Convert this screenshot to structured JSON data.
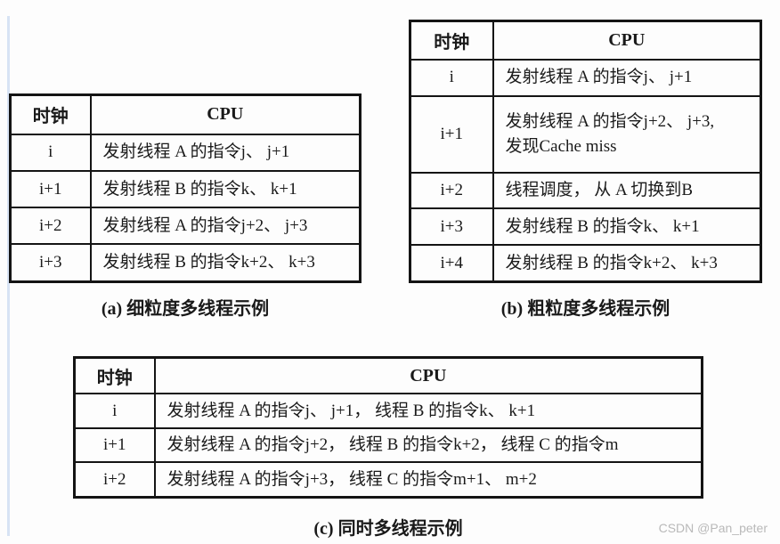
{
  "page": {
    "background": "#fdfdfd",
    "text_color": "#1a1a1a",
    "border_color": "#141414",
    "accent_line_color": "#d7e3f4",
    "watermark": "CSDN @Pan_peter",
    "watermark_color": "#b9b9b9"
  },
  "tables": [
    {
      "caption": "(a) 细粒度多线程示例",
      "headers": [
        "时钟",
        "CPU"
      ],
      "rows": [
        [
          "i",
          "发射线程 A 的指令j、 j+1"
        ],
        [
          "i+1",
          "发射线程 B 的指令k、 k+1"
        ],
        [
          "i+2",
          "发射线程 A 的指令j+2、 j+3"
        ],
        [
          "i+3",
          "发射线程 B 的指令k+2、 k+3"
        ]
      ]
    },
    {
      "caption": "(b) 粗粒度多线程示例",
      "headers": [
        "时钟",
        "CPU"
      ],
      "rows": [
        [
          "i",
          "发射线程 A 的指令j、 j+1"
        ],
        [
          "i+1",
          "发射线程 A 的指令j+2、 j+3,\n发现Cache miss"
        ],
        [
          "i+2",
          "线程调度， 从 A 切换到B"
        ],
        [
          "i+3",
          "发射线程 B 的指令k、 k+1"
        ],
        [
          "i+4",
          "发射线程 B 的指令k+2、 k+3"
        ]
      ]
    },
    {
      "caption": "(c) 同时多线程示例",
      "headers": [
        "时钟",
        "CPU"
      ],
      "rows": [
        [
          "i",
          "发射线程 A 的指令j、 j+1， 线程 B 的指令k、 k+1"
        ],
        [
          "i+1",
          "发射线程 A 的指令j+2， 线程 B 的指令k+2， 线程 C 的指令m"
        ],
        [
          "i+2",
          "发射线程 A 的指令j+3， 线程 C 的指令m+1、 m+2"
        ]
      ]
    }
  ]
}
